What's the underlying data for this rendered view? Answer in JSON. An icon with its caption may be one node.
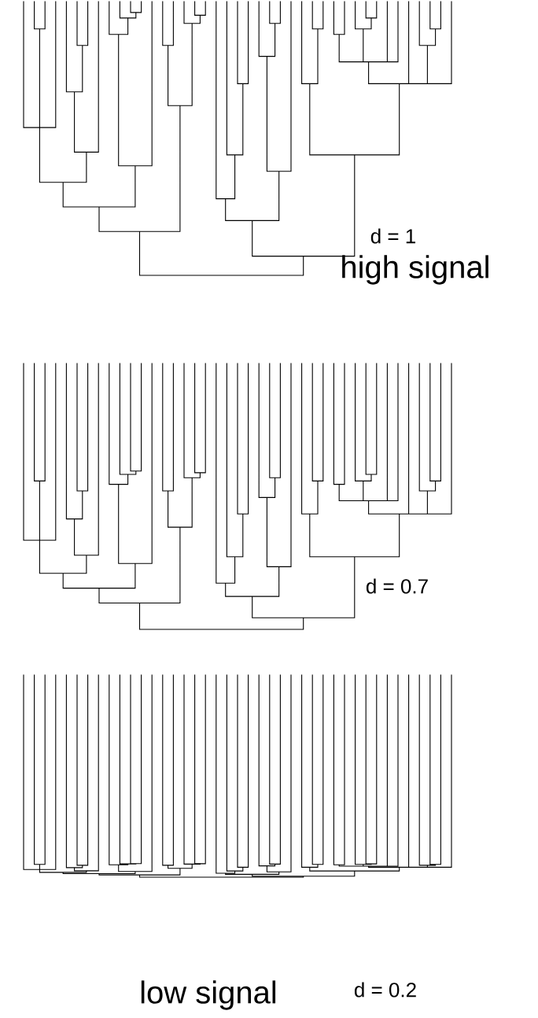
{
  "diagram": {
    "labels": [
      "d = 1",
      "high signal",
      "d = 0.7",
      "low signal",
      "d = 0.2"
    ]
  }
}
